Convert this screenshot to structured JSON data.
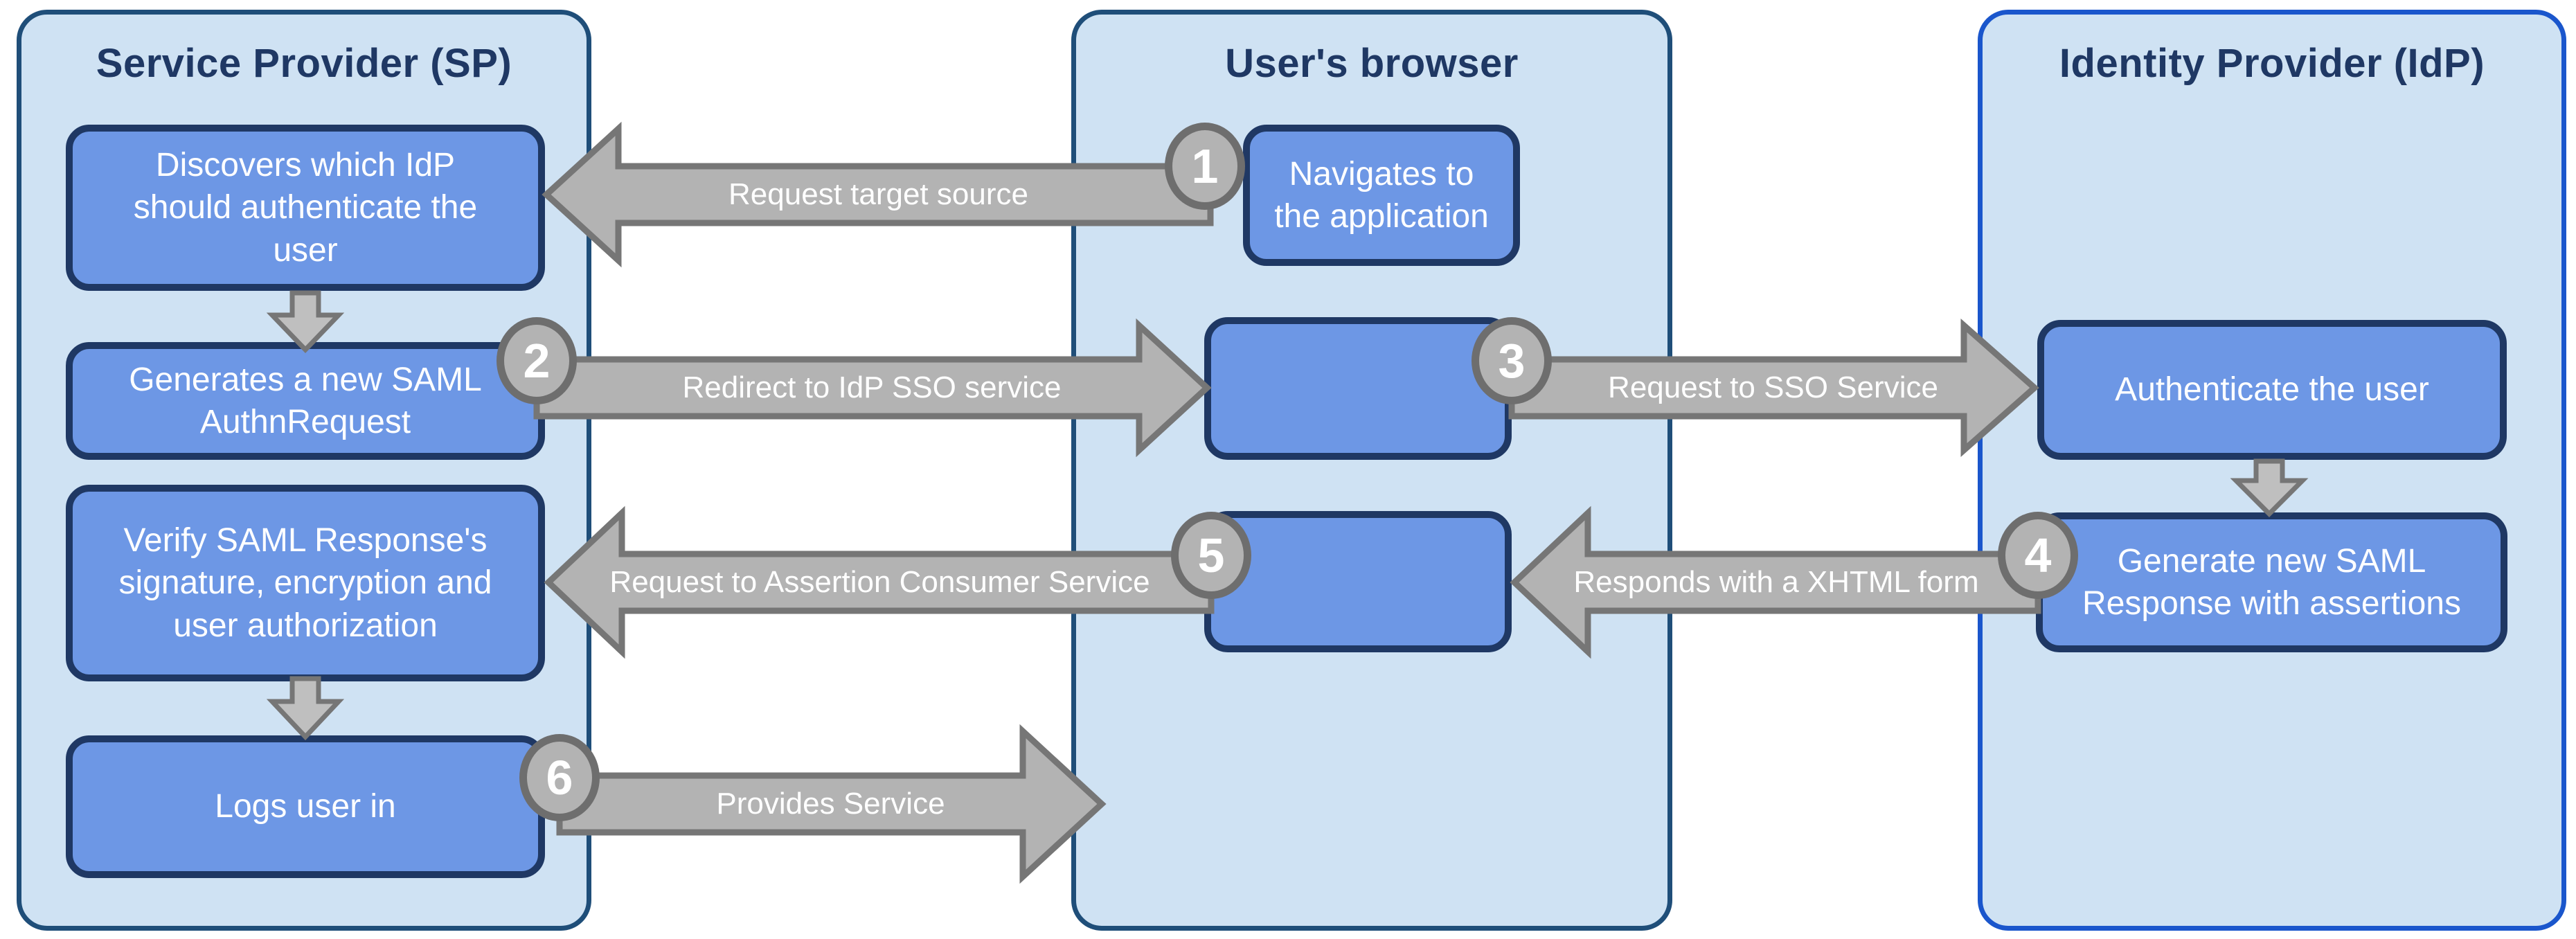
{
  "panels": [
    {
      "title": "Service Provider  (SP)",
      "boxes": [
        "Discovers which IdP should authenticate the user",
        "Generates a new SAML AuthnRequest",
        "Verify SAML Response's signature, encryption and user authorization",
        "Logs user in"
      ]
    },
    {
      "title": "User's browser",
      "boxes": [
        "Navigates to the application",
        "",
        ""
      ]
    },
    {
      "title": "Identity Provider  (IdP)",
      "boxes": [
        "Authenticate the user",
        "Generate new SAML Response with assertions"
      ]
    }
  ],
  "steps": [
    {
      "number": "1",
      "arrow_label": "Request target source",
      "direction": "left"
    },
    {
      "number": "2",
      "arrow_label": "Redirect to IdP SSO service",
      "direction": "right"
    },
    {
      "number": "3",
      "arrow_label": "Request to SSO Service",
      "direction": "right"
    },
    {
      "number": "4",
      "arrow_label": "Responds with a XHTML form",
      "direction": "left"
    },
    {
      "number": "5",
      "arrow_label": "Request to Assertion Consumer Service",
      "direction": "left"
    },
    {
      "number": "6",
      "arrow_label": "Provides Service",
      "direction": "right"
    }
  ],
  "colors": {
    "panel_fill": "#cfe2f3",
    "panel_border": "#1f4e79",
    "idp_panel_border": "#1a56cc",
    "box_fill": "#6d97e5",
    "box_border": "#1f3864",
    "box_text": "#ffffff",
    "title_text": "#1f3864",
    "arrow_fill": "#b3b3b3",
    "arrow_border": "#767676",
    "small_arrow_fill": "#bfbfbf",
    "circle_fill": "#b3b3b3",
    "circle_border": "#6e6e6e",
    "background": "#ffffff"
  }
}
